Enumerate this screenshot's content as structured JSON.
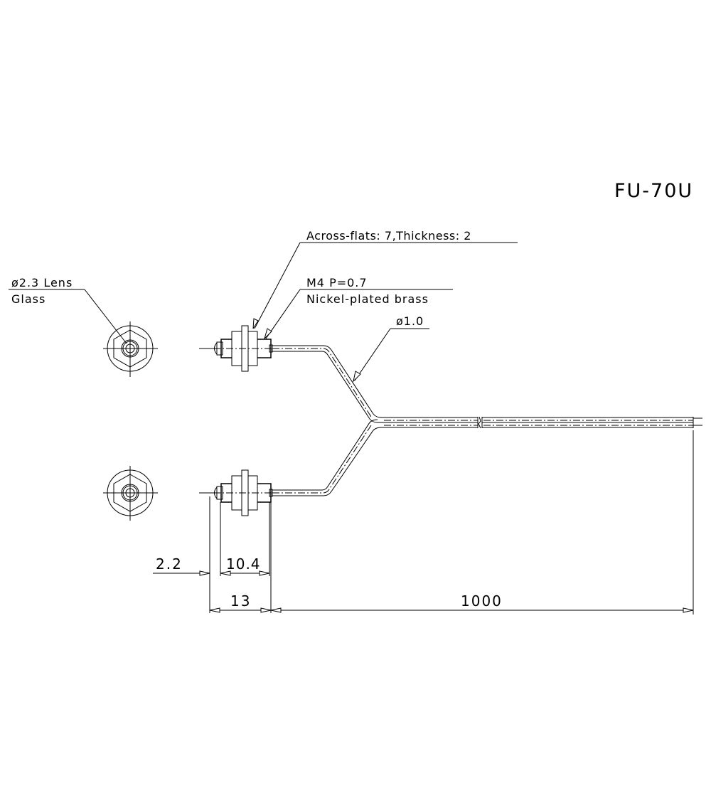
{
  "title": "FU-70U",
  "callouts": {
    "lens": {
      "line1": "ø2.3 Lens",
      "line2": "Glass"
    },
    "nut": {
      "line1": "Across-flats: 7,Thickness: 2"
    },
    "thread": {
      "line1": "M4  P=0.7",
      "line2": "Nickel-plated brass"
    },
    "fiber": {
      "line1": "ø1.0"
    }
  },
  "dimensions": {
    "lens_tip": "2.2",
    "thread_length": "10.4",
    "head_length": "13",
    "cable_length": "1000"
  },
  "views": {
    "front_view_top": "front-view-upper-head",
    "front_view_bottom": "front-view-lower-head",
    "side_view_top": "side-view-upper-head",
    "side_view_bottom": "side-view-lower-head"
  },
  "colors": {
    "line": "#000000",
    "background": "#ffffff"
  }
}
